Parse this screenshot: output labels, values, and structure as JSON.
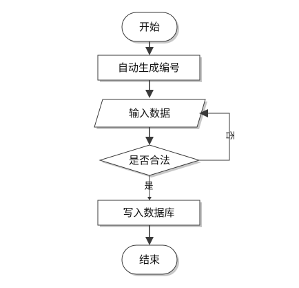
{
  "diagram": {
    "nodes": {
      "start": {
        "label": "开始",
        "shape": "terminator"
      },
      "auto_number": {
        "label": "自动生成编号",
        "shape": "process"
      },
      "input_data": {
        "label": "输入数据",
        "shape": "input-output"
      },
      "is_valid": {
        "label": "是否合法",
        "shape": "decision"
      },
      "write_db": {
        "label": "写入数据库",
        "shape": "process"
      },
      "end": {
        "label": "结束",
        "shape": "terminator"
      }
    },
    "edges": {
      "no_label": "否",
      "yes_label": "是"
    },
    "colors": {
      "stroke": "#3a3a3a",
      "shadow": "#c8c8c8",
      "background": "#ffffff"
    }
  }
}
